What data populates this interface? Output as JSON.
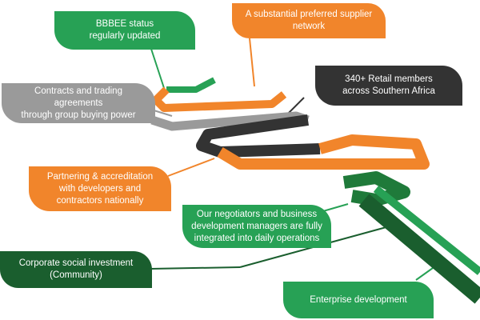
{
  "colors": {
    "green": "#27a155",
    "orange": "#f1852b",
    "gray": "#9a9a9a",
    "dark": "#333333",
    "dark_green": "#1a5e2e",
    "mid_green": "#1f7a3a"
  },
  "labels": {
    "bbbee": "BBBEE status\nregularly updated",
    "supplier": "A substantial preferred supplier\nnetwork",
    "contracts": "Contracts and trading agreements\nthrough group buying power",
    "retail": "340+ Retail members\nacross Southern Africa",
    "partnering": "Partnering & accreditation\nwith developers and\ncontractors nationally",
    "negotiators": "Our negotiators and business\ndevelopment managers are fully\nintegrated into daily operations",
    "csi": "Corporate social investment\n(Community)",
    "enterprise": "Enterprise development"
  }
}
